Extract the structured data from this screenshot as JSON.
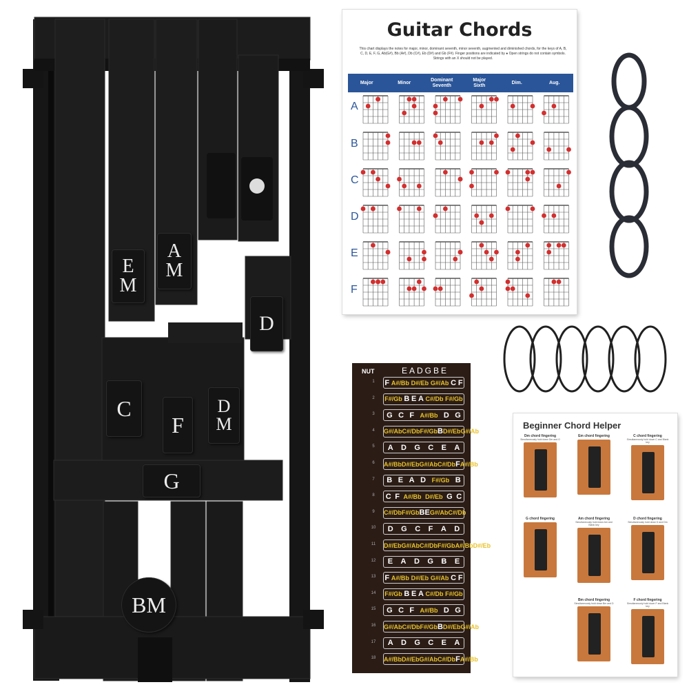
{
  "device": {
    "keys": [
      {
        "id": "em",
        "label": "E\nM"
      },
      {
        "id": "am",
        "label": "A\nM"
      },
      {
        "id": "d",
        "label": "D"
      },
      {
        "id": "c",
        "label": "C"
      },
      {
        "id": "f",
        "label": "F"
      },
      {
        "id": "dm",
        "label": "D\nM"
      },
      {
        "id": "g",
        "label": "G"
      },
      {
        "id": "bm",
        "label": "BM"
      }
    ]
  },
  "poster": {
    "title": "Guitar Chords",
    "description": "This chart displays the notes for major, minor, dominant seventh, minor seventh, augmented and diminished chords, for the keys of A, B, C, D, E, F, G, Ab(G#), Bb (A#), Db (C#), Eb (D#) and Gb (F#). Finger positions are indicated by ● Open strings do not contain symbols. Strings with an X should not be played.",
    "columns": [
      "Major",
      "Minor",
      "Dominant\nSeventh",
      "Major\nSixth",
      "Dim.",
      "Aug."
    ],
    "rows": [
      "A",
      "B",
      "C",
      "D",
      "E",
      "F"
    ]
  },
  "strip": {
    "nut_label": "NUT",
    "header": "EADGBE",
    "rows": [
      [
        "F",
        "A#/Bb",
        "D#/Eb",
        "G#/Ab",
        "C",
        "F"
      ],
      [
        "F#/Gb",
        "B",
        "E",
        "A",
        "C#/Db",
        "F#/Gb"
      ],
      [
        "G",
        "C",
        "F",
        "A#/Bb",
        "D",
        "G"
      ],
      [
        "G#/Ab",
        "C#/Db",
        "F#/Gb",
        "B",
        "D#/Eb",
        "G#/Ab"
      ],
      [
        "A",
        "D",
        "G",
        "C",
        "E",
        "A"
      ],
      [
        "A#/Bb",
        "D#/Eb",
        "G#/Ab",
        "C#/Db",
        "F",
        "A#/Bb"
      ],
      [
        "B",
        "E",
        "A",
        "D",
        "F#/Gb",
        "B"
      ],
      [
        "C",
        "F",
        "A#/Bb",
        "D#/Eb",
        "G",
        "C"
      ],
      [
        "C#/Db",
        "F#/Gb",
        "B",
        "E",
        "G#/Ab",
        "C#/Db"
      ],
      [
        "D",
        "G",
        "C",
        "F",
        "A",
        "D"
      ],
      [
        "D#/Eb",
        "G#/Ab",
        "C#/Db",
        "F#/Gb",
        "A#/Bb",
        "D#/Eb"
      ],
      [
        "E",
        "A",
        "D",
        "G",
        "B",
        "E"
      ],
      [
        "F",
        "A#/Bb",
        "D#/Eb",
        "G#/Ab",
        "C",
        "F"
      ],
      [
        "F#/Gb",
        "B",
        "E",
        "A",
        "C#/Db",
        "F#/Gb"
      ],
      [
        "G",
        "C",
        "F",
        "A#/Bb",
        "D",
        "G"
      ],
      [
        "G#/Ab",
        "C#/Db",
        "F#/Gb",
        "B",
        "D#/Eb",
        "G#/Ab"
      ],
      [
        "A",
        "D",
        "G",
        "C",
        "E",
        "A"
      ],
      [
        "A#/Bb",
        "D#/Eb",
        "G#/Ab",
        "C#/Db",
        "F",
        "A#/Bb"
      ]
    ]
  },
  "helper": {
    "title": "Beginner Chord Helper",
    "cells": [
      {
        "caption": "Dm chord fingering",
        "sub": "Simultaneously hold down Dm and G"
      },
      {
        "caption": "Em chord fingering",
        "sub": ""
      },
      {
        "caption": "C chord fingering",
        "sub": "Simultaneously hold down C and Blank key"
      },
      {
        "caption": "G chord fingering",
        "sub": ""
      },
      {
        "caption": "Am chord fingering",
        "sub": "Simultaneously hold down Am and Blank key"
      },
      {
        "caption": "D chord fingering",
        "sub": "Simultaneously hold down D and Dm"
      },
      {
        "caption": "Bm chord fingering",
        "sub": "Simultaneously hold down Bm and D"
      },
      {
        "caption": "F chord fingering",
        "sub": "Simultaneously hold down F and Blank key"
      }
    ]
  },
  "colors": {
    "device": "#1a1a1a",
    "poster_blue": "#2a5599",
    "dot_red": "#d32f2f",
    "strip_bg": "#2b1c16",
    "accent_yellow": "#e8c22a",
    "wood": "#c8783d"
  }
}
